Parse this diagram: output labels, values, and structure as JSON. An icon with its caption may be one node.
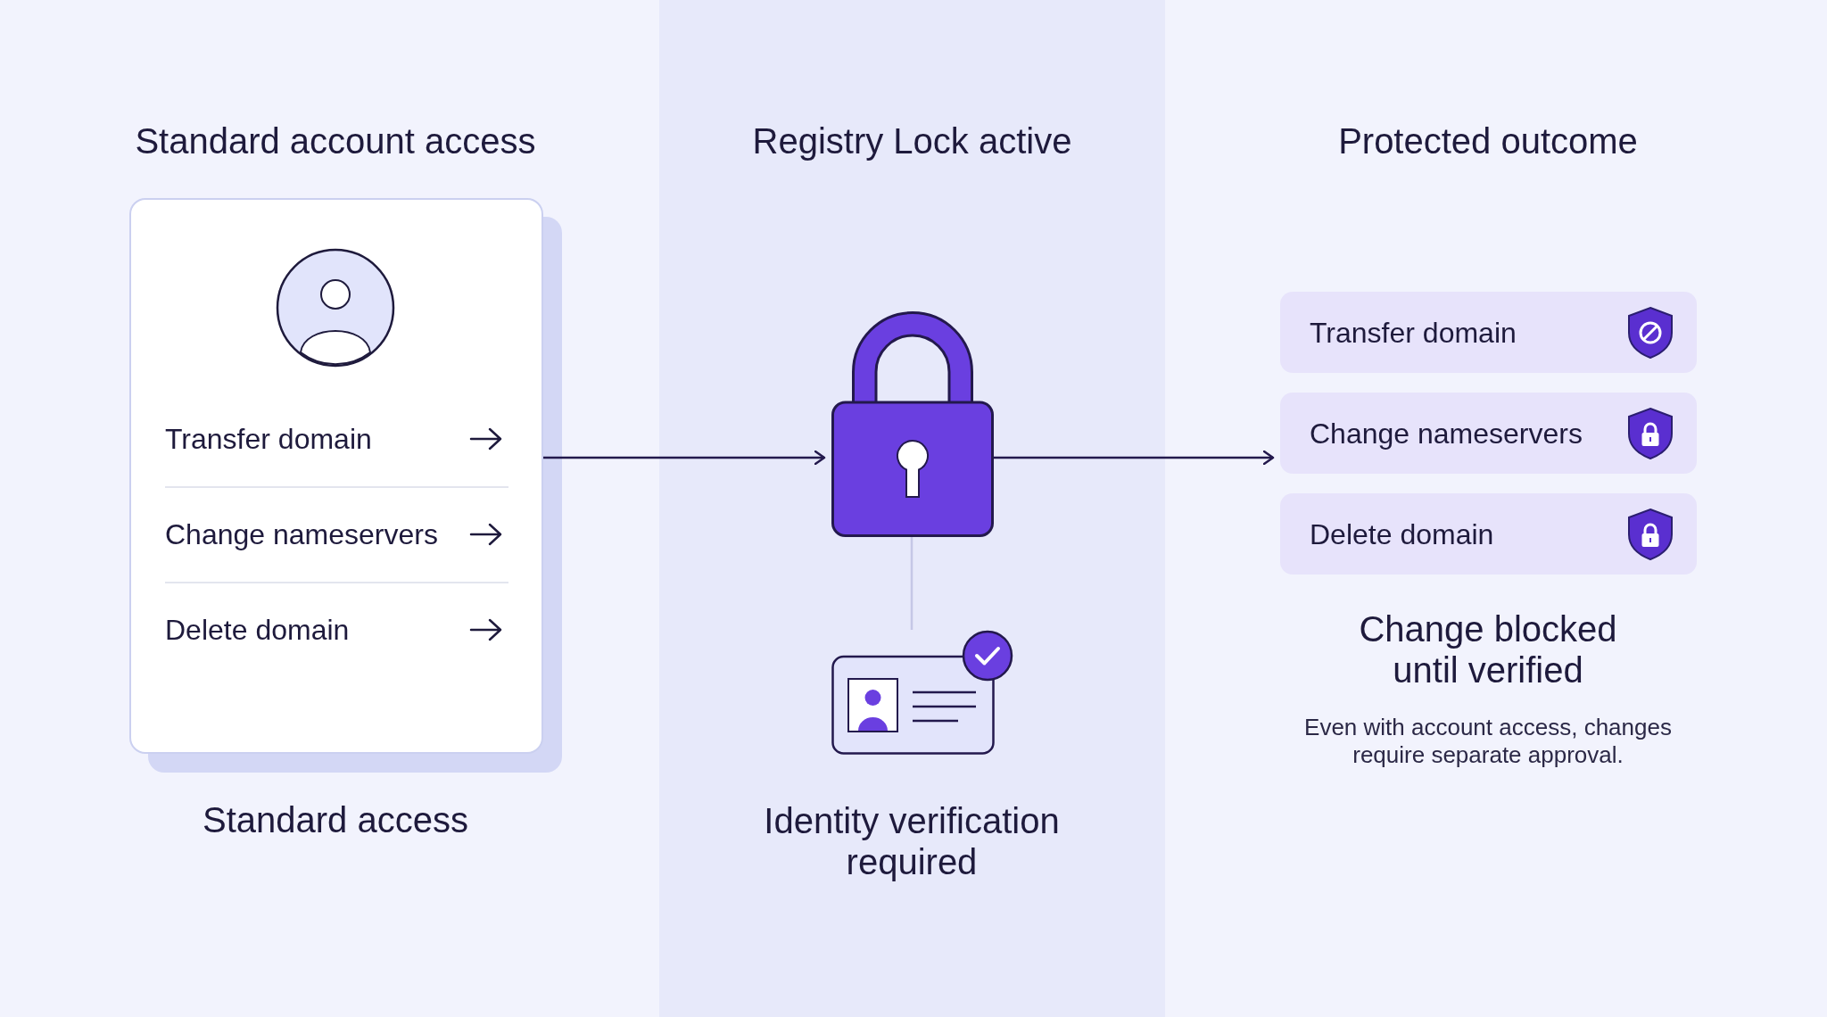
{
  "diagram": {
    "nodes": [
      {
        "text": [
          "Transfer domain",
          "Change nameservers",
          "Delete domain"
        ],
        "beside": [
          "Standard access"
        ]
      },
      {
        "text": [
          "Registry Lock active"
        ]
      },
      {
        "text": [],
        "shape": "picture",
        "in": 1
      },
      {
        "text": [],
        "shape": "picture",
        "in": 1,
        "beside": [
          "Identity verification required"
        ]
      },
      {
        "text": [
          "Transfer domain"
        ]
      },
      {
        "text": [
          "Change nameservers"
        ]
      },
      {
        "text": [
          "Delete domain"
        ]
      }
    ],
    "edges": [
      {
        "from": 0,
        "to": 2,
        "arrow": "to"
      },
      {
        "from": 2,
        "to": 3,
        "arrow": "none",
        "color": "#c5c7e6"
      },
      {
        "from": 2,
        "to": 5,
        "arrow": "to"
      }
    ],
    "labels": [
      "Standard account access",
      "Protected outcome",
      "Change blocked until verified",
      "Even with account access, changes require separate approval."
    ]
  }
}
